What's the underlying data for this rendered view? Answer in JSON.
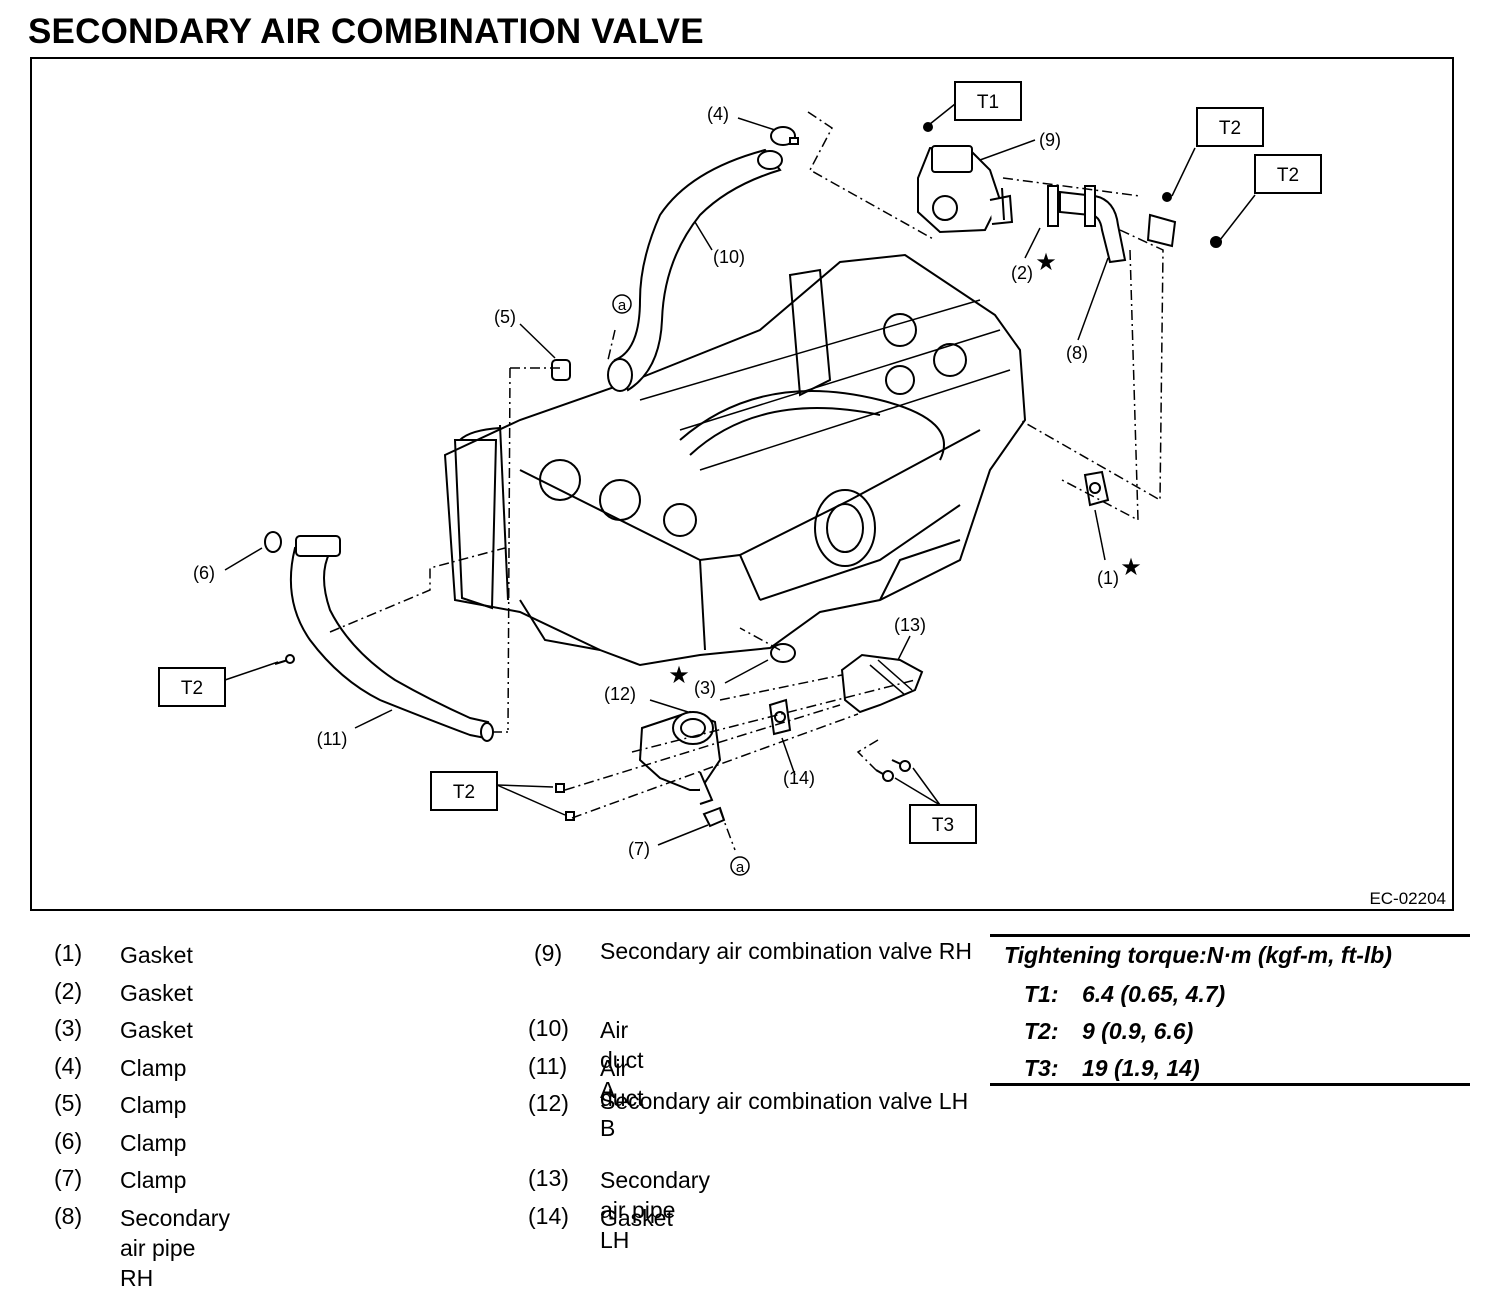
{
  "title": "SECONDARY AIR COMBINATION VALVE",
  "figure_id": "EC-02204",
  "callouts": {
    "c1": "(1)",
    "c2": "(2)",
    "c3": "(3)",
    "c4": "(4)",
    "c5": "(5)",
    "c6": "(6)",
    "c7": "(7)",
    "c8": "(8)",
    "c9": "(9)",
    "c10": "(10)",
    "c11": "(11)",
    "c12": "(12)",
    "c13": "(13)",
    "c14": "(14)",
    "a": "a",
    "star": "★"
  },
  "torque_tags": {
    "t1": "T1",
    "t2": "T2",
    "t3": "T3"
  },
  "legend_left": [
    {
      "num": "(1)",
      "name": "Gasket"
    },
    {
      "num": "(2)",
      "name": "Gasket"
    },
    {
      "num": "(3)",
      "name": "Gasket"
    },
    {
      "num": "(4)",
      "name": "Clamp"
    },
    {
      "num": "(5)",
      "name": "Clamp"
    },
    {
      "num": "(6)",
      "name": "Clamp"
    },
    {
      "num": "(7)",
      "name": "Clamp"
    },
    {
      "num": "(8)",
      "name": "Secondary air pipe RH"
    }
  ],
  "legend_right": [
    {
      "num": "(9)",
      "name": "Secondary air combination valve RH"
    },
    {
      "num": "(10)",
      "name": "Air duct A"
    },
    {
      "num": "(11)",
      "name": "Air duct B"
    },
    {
      "num": "(12)",
      "name": "Secondary air combination valve LH"
    },
    {
      "num": "(13)",
      "name": "Secondary air pipe LH"
    },
    {
      "num": "(14)",
      "name": "Gasket"
    }
  ],
  "torque_table": {
    "heading": "Tightening torque:N·m (kgf-m, ft-lb)",
    "rows": [
      {
        "key": "T1:",
        "value": "6.4 (0.65, 4.7)"
      },
      {
        "key": "T2:",
        "value": "9 (0.9, 6.6)"
      },
      {
        "key": "T3:",
        "value": "19 (1.9, 14)"
      }
    ]
  }
}
